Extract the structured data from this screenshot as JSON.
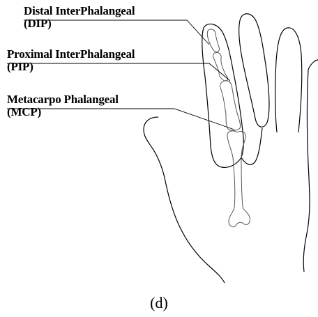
{
  "labels": {
    "dip_name": "Distal InterPhalangeal",
    "dip_abbr": "(DIP)",
    "pip_name": "Proximal InterPhalangeal",
    "pip_abbr": "(PIP)",
    "mcp_name": "Metacarpo Phalangeal",
    "mcp_abbr": "(MCP)"
  },
  "caption": "(d)",
  "colors": {
    "outline": "#000000",
    "bone": "#555555",
    "background": "#ffffff"
  }
}
